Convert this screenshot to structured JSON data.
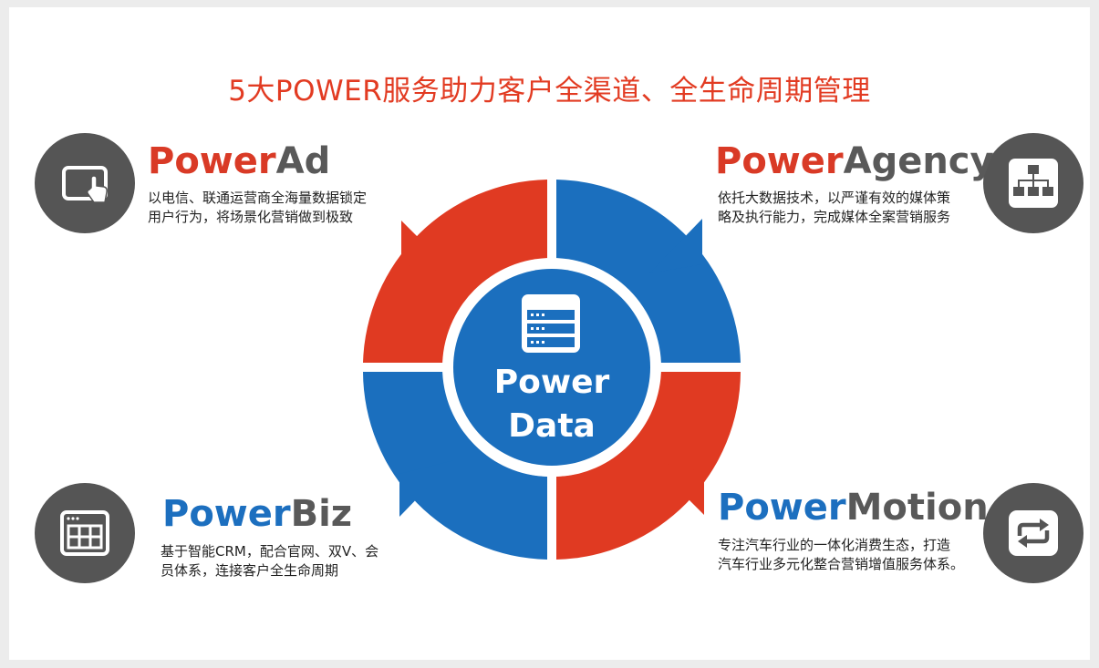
{
  "title": "5大POWER服务助力客户全渠道、全生命周期管理",
  "center": {
    "line1": "Power",
    "line2": "Data",
    "icon": "server-icon"
  },
  "services": {
    "ad": {
      "prefix": "Power",
      "suffix": "Ad",
      "desc_line1": "以电信、联通运营商全海量数据锁定",
      "desc_line2": "用户行为，将场景化营销做到极致",
      "icon": "tablet-touch-icon"
    },
    "agency": {
      "prefix": "Power",
      "suffix": "Agency",
      "desc_line1": "依托大数据技术，以严谨有效的媒体策",
      "desc_line2": "略及执行能力，完成媒体全案营销服务",
      "icon": "org-chart-icon"
    },
    "biz": {
      "prefix": "Power",
      "suffix": "Biz",
      "desc_line1": "基于智能CRM，配合官网、双V、会",
      "desc_line2": "员体系，连接客户全生命周期",
      "icon": "browser-grid-icon"
    },
    "motion": {
      "prefix": "Power",
      "suffix": "Motion",
      "desc_line1": "专注汽车行业的一体化消费生态，打造",
      "desc_line2": "汽车行业多元化整合营销增值服务体系。",
      "icon": "cycle-arrows-icon"
    }
  },
  "colors": {
    "red": "#e03a22",
    "blue": "#1b6fbe",
    "gray": "#555555",
    "title": "#e23b22"
  }
}
